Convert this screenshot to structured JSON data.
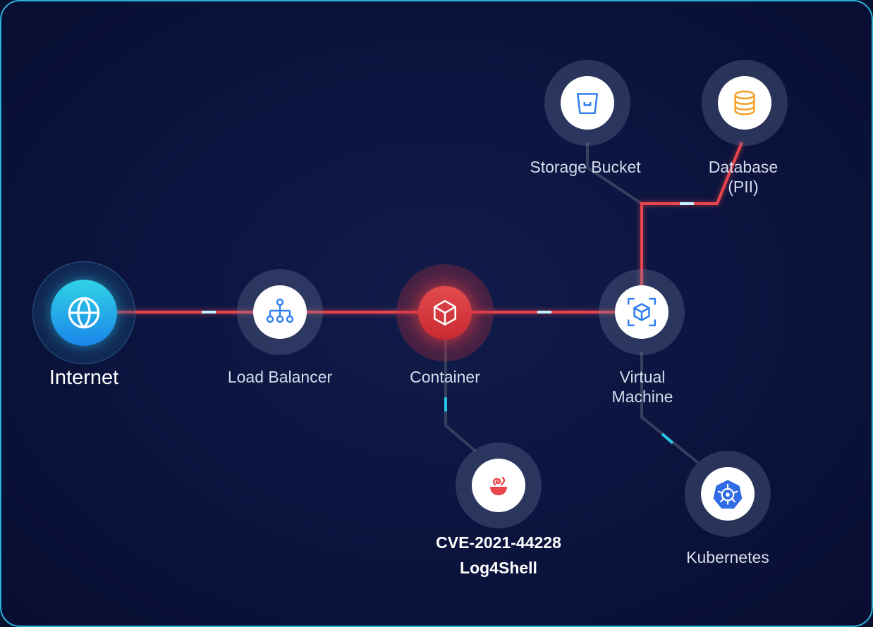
{
  "diagram": {
    "nodes": {
      "internet": {
        "label": "Internet"
      },
      "load_balancer": {
        "label": "Load Balancer"
      },
      "container": {
        "label": "Container"
      },
      "virtual_machine": {
        "label_line1": "Virtual",
        "label_line2": "Machine"
      },
      "storage_bucket": {
        "label": "Storage Bucket"
      },
      "database": {
        "label_line1": "Database",
        "label_line2": "(PII)"
      },
      "vulnerability": {
        "label_line1": "CVE-2021-44228",
        "label_line2": "Log4Shell"
      },
      "kubernetes": {
        "label": "Kubernetes"
      }
    },
    "colors": {
      "attack_path": "#e8454d",
      "benign_path": "#34405e",
      "accent_cyan": "#27c6e6",
      "container_red": "#d9333c",
      "icon_blue": "#2f7ff0",
      "database_orange": "#f4a531",
      "kubernetes_blue": "#326ce5"
    },
    "icons": [
      "globe-icon",
      "network-hierarchy-icon",
      "cube-icon",
      "virtual-machine-icon",
      "bucket-icon",
      "database-icon",
      "log4j-icon",
      "kubernetes-helm-icon"
    ]
  }
}
